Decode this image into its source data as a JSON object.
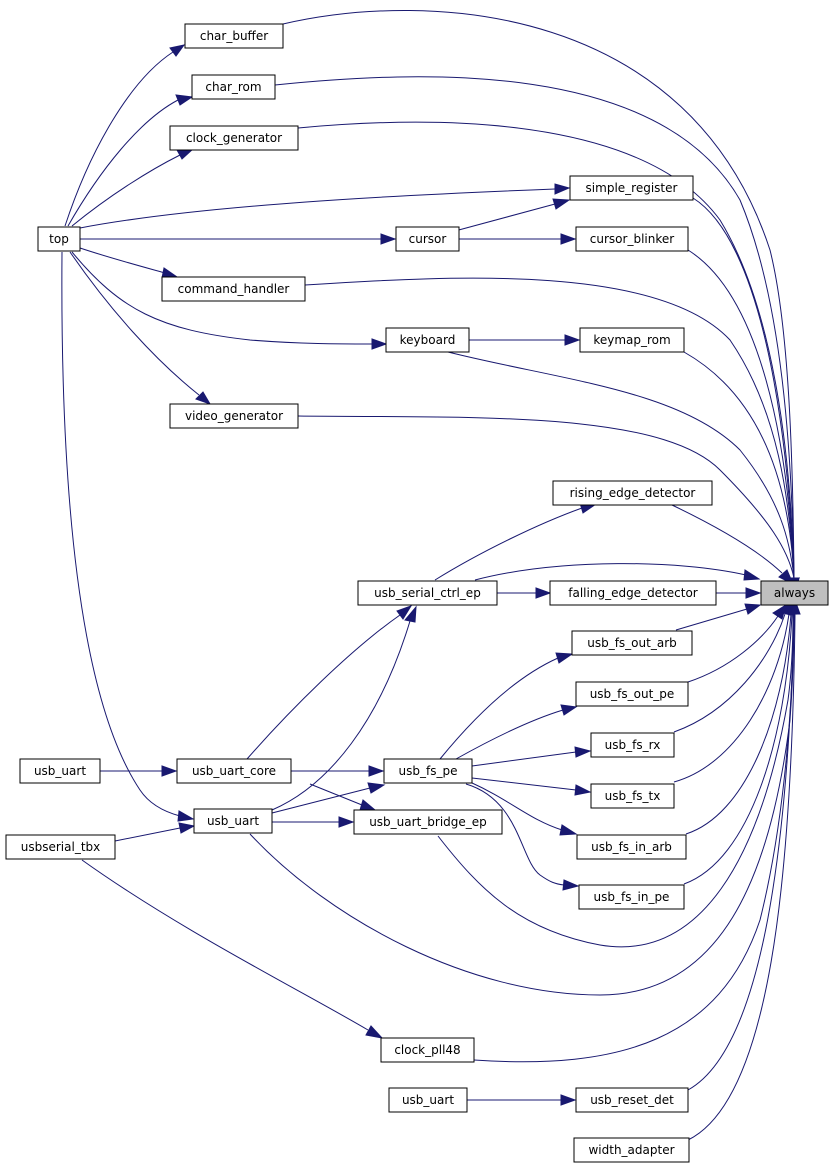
{
  "graph": {
    "nodes": [
      {
        "id": "char_buffer",
        "label": "char_buffer"
      },
      {
        "id": "char_rom",
        "label": "char_rom"
      },
      {
        "id": "clock_generator",
        "label": "clock_generator"
      },
      {
        "id": "simple_register",
        "label": "simple_register"
      },
      {
        "id": "top",
        "label": "top"
      },
      {
        "id": "cursor",
        "label": "cursor"
      },
      {
        "id": "cursor_blinker",
        "label": "cursor_blinker"
      },
      {
        "id": "command_handler",
        "label": "command_handler"
      },
      {
        "id": "keyboard",
        "label": "keyboard"
      },
      {
        "id": "keymap_rom",
        "label": "keymap_rom"
      },
      {
        "id": "video_generator",
        "label": "video_generator"
      },
      {
        "id": "rising_edge_detector",
        "label": "rising_edge_detector"
      },
      {
        "id": "usb_serial_ctrl_ep",
        "label": "usb_serial_ctrl_ep"
      },
      {
        "id": "falling_edge_detector",
        "label": "falling_edge_detector"
      },
      {
        "id": "always",
        "label": "always"
      },
      {
        "id": "usb_fs_out_arb",
        "label": "usb_fs_out_arb"
      },
      {
        "id": "usb_fs_out_pe",
        "label": "usb_fs_out_pe"
      },
      {
        "id": "usb_fs_rx",
        "label": "usb_fs_rx"
      },
      {
        "id": "usb_uart_a",
        "label": "usb_uart"
      },
      {
        "id": "usb_uart_core",
        "label": "usb_uart_core"
      },
      {
        "id": "usb_fs_pe",
        "label": "usb_fs_pe"
      },
      {
        "id": "usb_fs_tx",
        "label": "usb_fs_tx"
      },
      {
        "id": "usb_uart_b",
        "label": "usb_uart"
      },
      {
        "id": "usb_uart_bridge_ep",
        "label": "usb_uart_bridge_ep"
      },
      {
        "id": "usbserial_tbx",
        "label": "usbserial_tbx"
      },
      {
        "id": "usb_fs_in_arb",
        "label": "usb_fs_in_arb"
      },
      {
        "id": "usb_fs_in_pe",
        "label": "usb_fs_in_pe"
      },
      {
        "id": "clock_pll48",
        "label": "clock_pll48"
      },
      {
        "id": "usb_uart_c",
        "label": "usb_uart"
      },
      {
        "id": "usb_reset_det",
        "label": "usb_reset_det"
      },
      {
        "id": "width_adapter",
        "label": "width_adapter"
      }
    ],
    "edges": [
      {
        "from": "char_buffer",
        "to": "always"
      },
      {
        "from": "char_rom",
        "to": "always"
      },
      {
        "from": "clock_generator",
        "to": "always"
      },
      {
        "from": "simple_register",
        "to": "always"
      },
      {
        "from": "cursor_blinker",
        "to": "always"
      },
      {
        "from": "command_handler",
        "to": "always"
      },
      {
        "from": "keyboard",
        "to": "always"
      },
      {
        "from": "keymap_rom",
        "to": "always"
      },
      {
        "from": "video_generator",
        "to": "always"
      },
      {
        "from": "rising_edge_detector",
        "to": "always"
      },
      {
        "from": "usb_serial_ctrl_ep",
        "to": "always"
      },
      {
        "from": "falling_edge_detector",
        "to": "always"
      },
      {
        "from": "usb_fs_out_arb",
        "to": "always"
      },
      {
        "from": "usb_fs_out_pe",
        "to": "always"
      },
      {
        "from": "usb_fs_rx",
        "to": "always"
      },
      {
        "from": "usb_fs_tx",
        "to": "always"
      },
      {
        "from": "usb_fs_in_arb",
        "to": "always"
      },
      {
        "from": "usb_fs_in_pe",
        "to": "always"
      },
      {
        "from": "usb_uart_bridge_ep",
        "to": "always"
      },
      {
        "from": "usb_uart_b",
        "to": "always"
      },
      {
        "from": "clock_pll48",
        "to": "always"
      },
      {
        "from": "usb_reset_det",
        "to": "always"
      },
      {
        "from": "width_adapter",
        "to": "always"
      },
      {
        "from": "top",
        "to": "char_buffer"
      },
      {
        "from": "top",
        "to": "char_rom"
      },
      {
        "from": "top",
        "to": "clock_generator"
      },
      {
        "from": "top",
        "to": "simple_register"
      },
      {
        "from": "top",
        "to": "cursor"
      },
      {
        "from": "top",
        "to": "command_handler"
      },
      {
        "from": "top",
        "to": "keyboard"
      },
      {
        "from": "top",
        "to": "video_generator"
      },
      {
        "from": "top",
        "to": "usb_uart_b"
      },
      {
        "from": "cursor",
        "to": "simple_register"
      },
      {
        "from": "cursor",
        "to": "cursor_blinker"
      },
      {
        "from": "keyboard",
        "to": "keymap_rom"
      },
      {
        "from": "usb_serial_ctrl_ep",
        "to": "rising_edge_detector"
      },
      {
        "from": "usb_serial_ctrl_ep",
        "to": "falling_edge_detector"
      },
      {
        "from": "usb_uart_core",
        "to": "usb_serial_ctrl_ep"
      },
      {
        "from": "usb_uart_b",
        "to": "usb_serial_ctrl_ep"
      },
      {
        "from": "usb_fs_pe",
        "to": "usb_fs_out_arb"
      },
      {
        "from": "usb_fs_pe",
        "to": "usb_fs_out_pe"
      },
      {
        "from": "usb_fs_pe",
        "to": "usb_fs_rx"
      },
      {
        "from": "usb_fs_pe",
        "to": "usb_fs_tx"
      },
      {
        "from": "usb_fs_pe",
        "to": "usb_fs_in_arb"
      },
      {
        "from": "usb_fs_pe",
        "to": "usb_fs_in_pe"
      },
      {
        "from": "usb_uart_a",
        "to": "usb_uart_core"
      },
      {
        "from": "usb_uart_core",
        "to": "usb_fs_pe"
      },
      {
        "from": "usb_uart_core",
        "to": "usb_uart_bridge_ep"
      },
      {
        "from": "usb_uart_b",
        "to": "usb_fs_pe"
      },
      {
        "from": "usb_uart_b",
        "to": "usb_uart_bridge_ep"
      },
      {
        "from": "usbserial_tbx",
        "to": "usb_uart_b"
      },
      {
        "from": "usbserial_tbx",
        "to": "clock_pll48"
      },
      {
        "from": "usb_uart_c",
        "to": "usb_reset_det"
      }
    ]
  }
}
